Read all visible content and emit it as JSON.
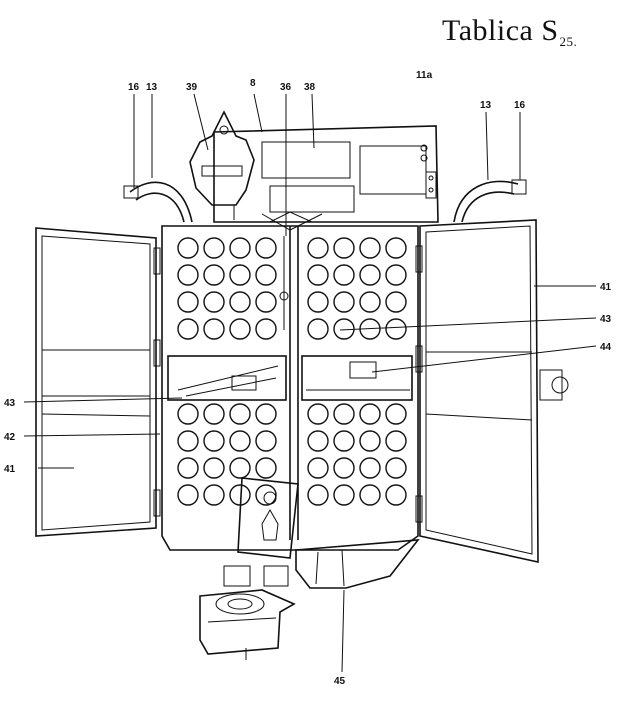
{
  "title": {
    "main": "Tablica S",
    "sub": "25."
  },
  "labels": [
    {
      "id": "16-left",
      "text": "16"
    },
    {
      "id": "13-left",
      "text": "13"
    },
    {
      "id": "39",
      "text": "39"
    },
    {
      "id": "8",
      "text": "8"
    },
    {
      "id": "36",
      "text": "36"
    },
    {
      "id": "38",
      "text": "38"
    },
    {
      "id": "11a",
      "text": "11a"
    },
    {
      "id": "13-right",
      "text": "13"
    },
    {
      "id": "16-right",
      "text": "16"
    },
    {
      "id": "41-right",
      "text": "41"
    },
    {
      "id": "43-right",
      "text": "43"
    },
    {
      "id": "44",
      "text": "44"
    },
    {
      "id": "43-left",
      "text": "43"
    },
    {
      "id": "42",
      "text": "42"
    },
    {
      "id": "41-left",
      "text": "41"
    },
    {
      "id": "45",
      "text": "45"
    }
  ]
}
